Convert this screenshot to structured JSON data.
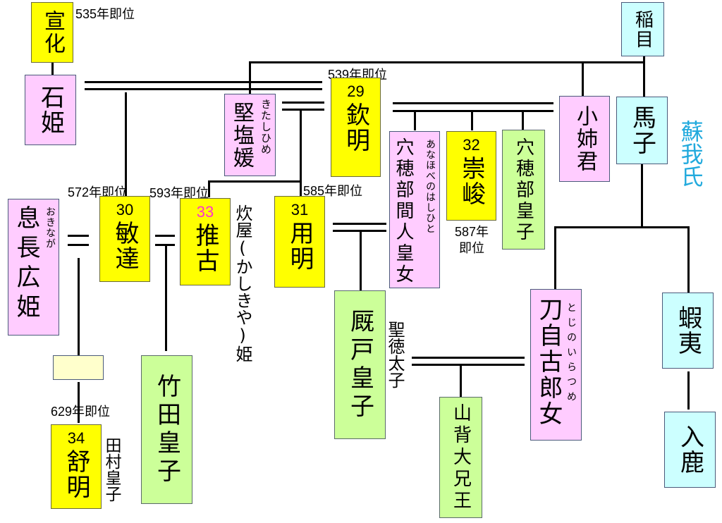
{
  "diagram": {
    "people": {
      "senka": {
        "name": "宣化",
        "color": "yellow"
      },
      "ishihime": {
        "name": "石姫",
        "color": "pink"
      },
      "kitashihime": {
        "name": "堅塩媛",
        "reading": "きたしひめ",
        "color": "pink"
      },
      "kinmei": {
        "number": "29",
        "name": "欽明",
        "color": "yellow"
      },
      "anahobe_hashihito": {
        "name": "穴穂部間人皇女",
        "reading": "あなほべのはしひと",
        "color": "pink"
      },
      "sushun": {
        "number": "32",
        "name": "崇峻",
        "color": "yellow"
      },
      "anahobe_miko": {
        "name": "穴穂部皇子",
        "color": "green"
      },
      "oane": {
        "name": "小姉君",
        "color": "pink"
      },
      "iname": {
        "name": "稲目",
        "color": "cyan"
      },
      "umako": {
        "name": "馬子",
        "color": "cyan"
      },
      "okinaga": {
        "name": "息長広姫",
        "reading": "おきなが",
        "color": "pink"
      },
      "bidatsu": {
        "number": "30",
        "name": "敏達",
        "color": "yellow"
      },
      "suiko": {
        "number": "33",
        "name": "推古",
        "color": "yellow"
      },
      "yomei": {
        "number": "31",
        "name": "用明",
        "color": "yellow"
      },
      "umayado": {
        "name": "厩戸皇子",
        "color": "green"
      },
      "tojiko": {
        "name": "刀自古郎女",
        "reading": "とじのいらつめ",
        "color": "pink"
      },
      "emishi": {
        "name": "蝦夷",
        "color": "cyan"
      },
      "iruka": {
        "name": "入鹿",
        "color": "cyan"
      },
      "takeda": {
        "name": "竹田皇子",
        "color": "green"
      },
      "jomei": {
        "number": "34",
        "name": "舒明",
        "color": "yellow"
      },
      "yamashiro": {
        "name": "山背大兄王",
        "color": "green"
      },
      "unknown": {
        "name": "",
        "color": "cream"
      }
    },
    "annotations": {
      "senka_accession": "535年即位",
      "kinmei_accession": "539年即位",
      "bidatsu_accession": "572年即位",
      "suiko_accession": "593年即位",
      "yomei_accession": "585年即位",
      "sushun_accession": "587年即位",
      "jomei_accession": "629年即位",
      "suiko_alias": "炊屋(かしきや)姫",
      "umayado_alias": "聖徳太子",
      "jomei_alias": "田村皇子",
      "soga_clan": "蘇我氏"
    },
    "colors": {
      "emperor": "#ffff00",
      "female": "#ffccff",
      "male_royal": "#ccff99",
      "soga": "#ccffff",
      "unknown": "#ffffcc",
      "suiko_number": "#ff33cc",
      "soga_label": "#22aadd"
    }
  }
}
